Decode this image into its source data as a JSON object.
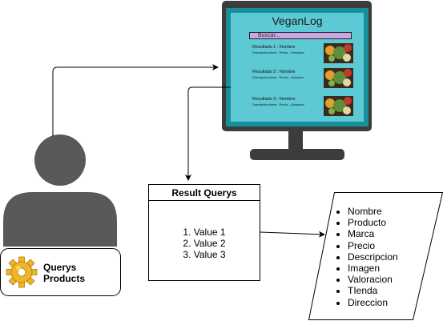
{
  "monitor": {
    "app_title": "VeganLog",
    "search_placeholder": "Buscar...",
    "results": [
      {
        "title": "Resultado 1 : Nombre",
        "desc": "Descripcion breve - Precio - Ubicacion"
      },
      {
        "title": "Resultado 2 : Nombre",
        "desc": "Descripcion breve - Precio - Ubicacion"
      },
      {
        "title": "Resultado 3 : Nombre",
        "desc": "Descripcion breve - Precio - Ubicacion"
      }
    ]
  },
  "query_card": {
    "line1": "Querys",
    "line2": "Products"
  },
  "result_box": {
    "title": "Result Querys",
    "items": [
      "1. Value 1",
      "2. Value 2",
      "3. Value 3"
    ]
  },
  "fields": [
    "Nombre",
    "Producto",
    "Marca",
    "Precio",
    "Descripcion",
    "Imagen",
    "Valoracion",
    "TIenda",
    "Direccion"
  ],
  "colors": {
    "monitor_frame": "#3c3c3c",
    "screen_bezel": "#168f9a",
    "screen_bg": "#5cc9d4",
    "search_bg": "#c9a6e6",
    "person": "#595959",
    "gear": "#f0b428"
  }
}
